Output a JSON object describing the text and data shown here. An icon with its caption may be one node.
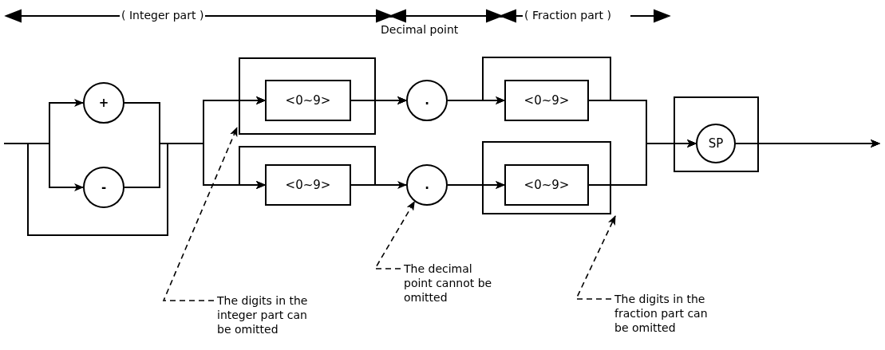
{
  "diagram": {
    "nodes": [
      {
        "text": [
          "+"
        ]
      },
      {
        "text": [
          "-"
        ]
      },
      {
        "text": [
          "<0~9>"
        ]
      },
      {
        "text": [
          "."
        ]
      },
      {
        "text": [
          "<0~9>"
        ]
      },
      {
        "text": [
          "<0~9>"
        ]
      },
      {
        "text": [
          "."
        ]
      },
      {
        "text": [
          "<0~9>"
        ]
      },
      {
        "text": [
          "SP"
        ]
      },
      {
        "text": [
          "The digits in the integer part can be omitted"
        ]
      },
      {
        "text": [
          "The decimal point cannot be omitted"
        ]
      },
      {
        "text": [
          "The digits in the fraction part can be omitted"
        ]
      }
    ],
    "edges": [
      {
        "from": null,
        "to": 0,
        "arrow": "to"
      },
      {
        "from": null,
        "to": 1,
        "arrow": "to"
      },
      {
        "from": null,
        "to": 2,
        "arrow": "to"
      },
      {
        "from": null,
        "to": 5,
        "arrow": "to"
      },
      {
        "from": 0,
        "to": 2,
        "arrow": "to"
      },
      {
        "from": 0,
        "to": 5,
        "arrow": "to"
      },
      {
        "from": 1,
        "to": 2,
        "arrow": "to"
      },
      {
        "from": 1,
        "to": 5,
        "arrow": "to"
      },
      {
        "from": 2,
        "to": 2,
        "arrow": "to"
      },
      {
        "from": 2,
        "to": 3,
        "arrow": "to"
      },
      {
        "from": 0,
        "to": 3,
        "arrow": "to"
      },
      {
        "from": 1,
        "to": 3,
        "arrow": "to"
      },
      {
        "from": null,
        "to": 3,
        "arrow": "to"
      },
      {
        "from": 3,
        "to": 4,
        "arrow": "to"
      },
      {
        "from": 4,
        "to": 4,
        "arrow": "to"
      },
      {
        "from": 4,
        "to": 8,
        "arrow": "to"
      },
      {
        "from": 5,
        "to": 5,
        "arrow": "to"
      },
      {
        "from": 5,
        "to": 6,
        "arrow": "to"
      },
      {
        "from": 6,
        "to": 7,
        "arrow": "to"
      },
      {
        "from": 6,
        "to": 8,
        "arrow": "to"
      },
      {
        "from": 7,
        "to": 7,
        "arrow": "to"
      },
      {
        "from": 7,
        "to": 8,
        "arrow": "to"
      },
      {
        "from": 8,
        "to": 8,
        "arrow": "to"
      },
      {
        "from": 8,
        "to": null,
        "arrow": "to"
      },
      {
        "from": 4,
        "to": null,
        "arrow": "to"
      },
      {
        "from": 6,
        "to": null,
        "arrow": "to"
      },
      {
        "from": 7,
        "to": null,
        "arrow": "to"
      },
      {
        "from": 9,
        "to": null,
        "arrow": "to",
        "style": "dashed"
      },
      {
        "from": 10,
        "to": 6,
        "arrow": "to",
        "style": "dashed"
      },
      {
        "from": 11,
        "to": null,
        "arrow": "to",
        "style": "dashed"
      }
    ],
    "labels": [
      "( Integer part )",
      "Decimal point",
      "( Fraction part )"
    ]
  }
}
